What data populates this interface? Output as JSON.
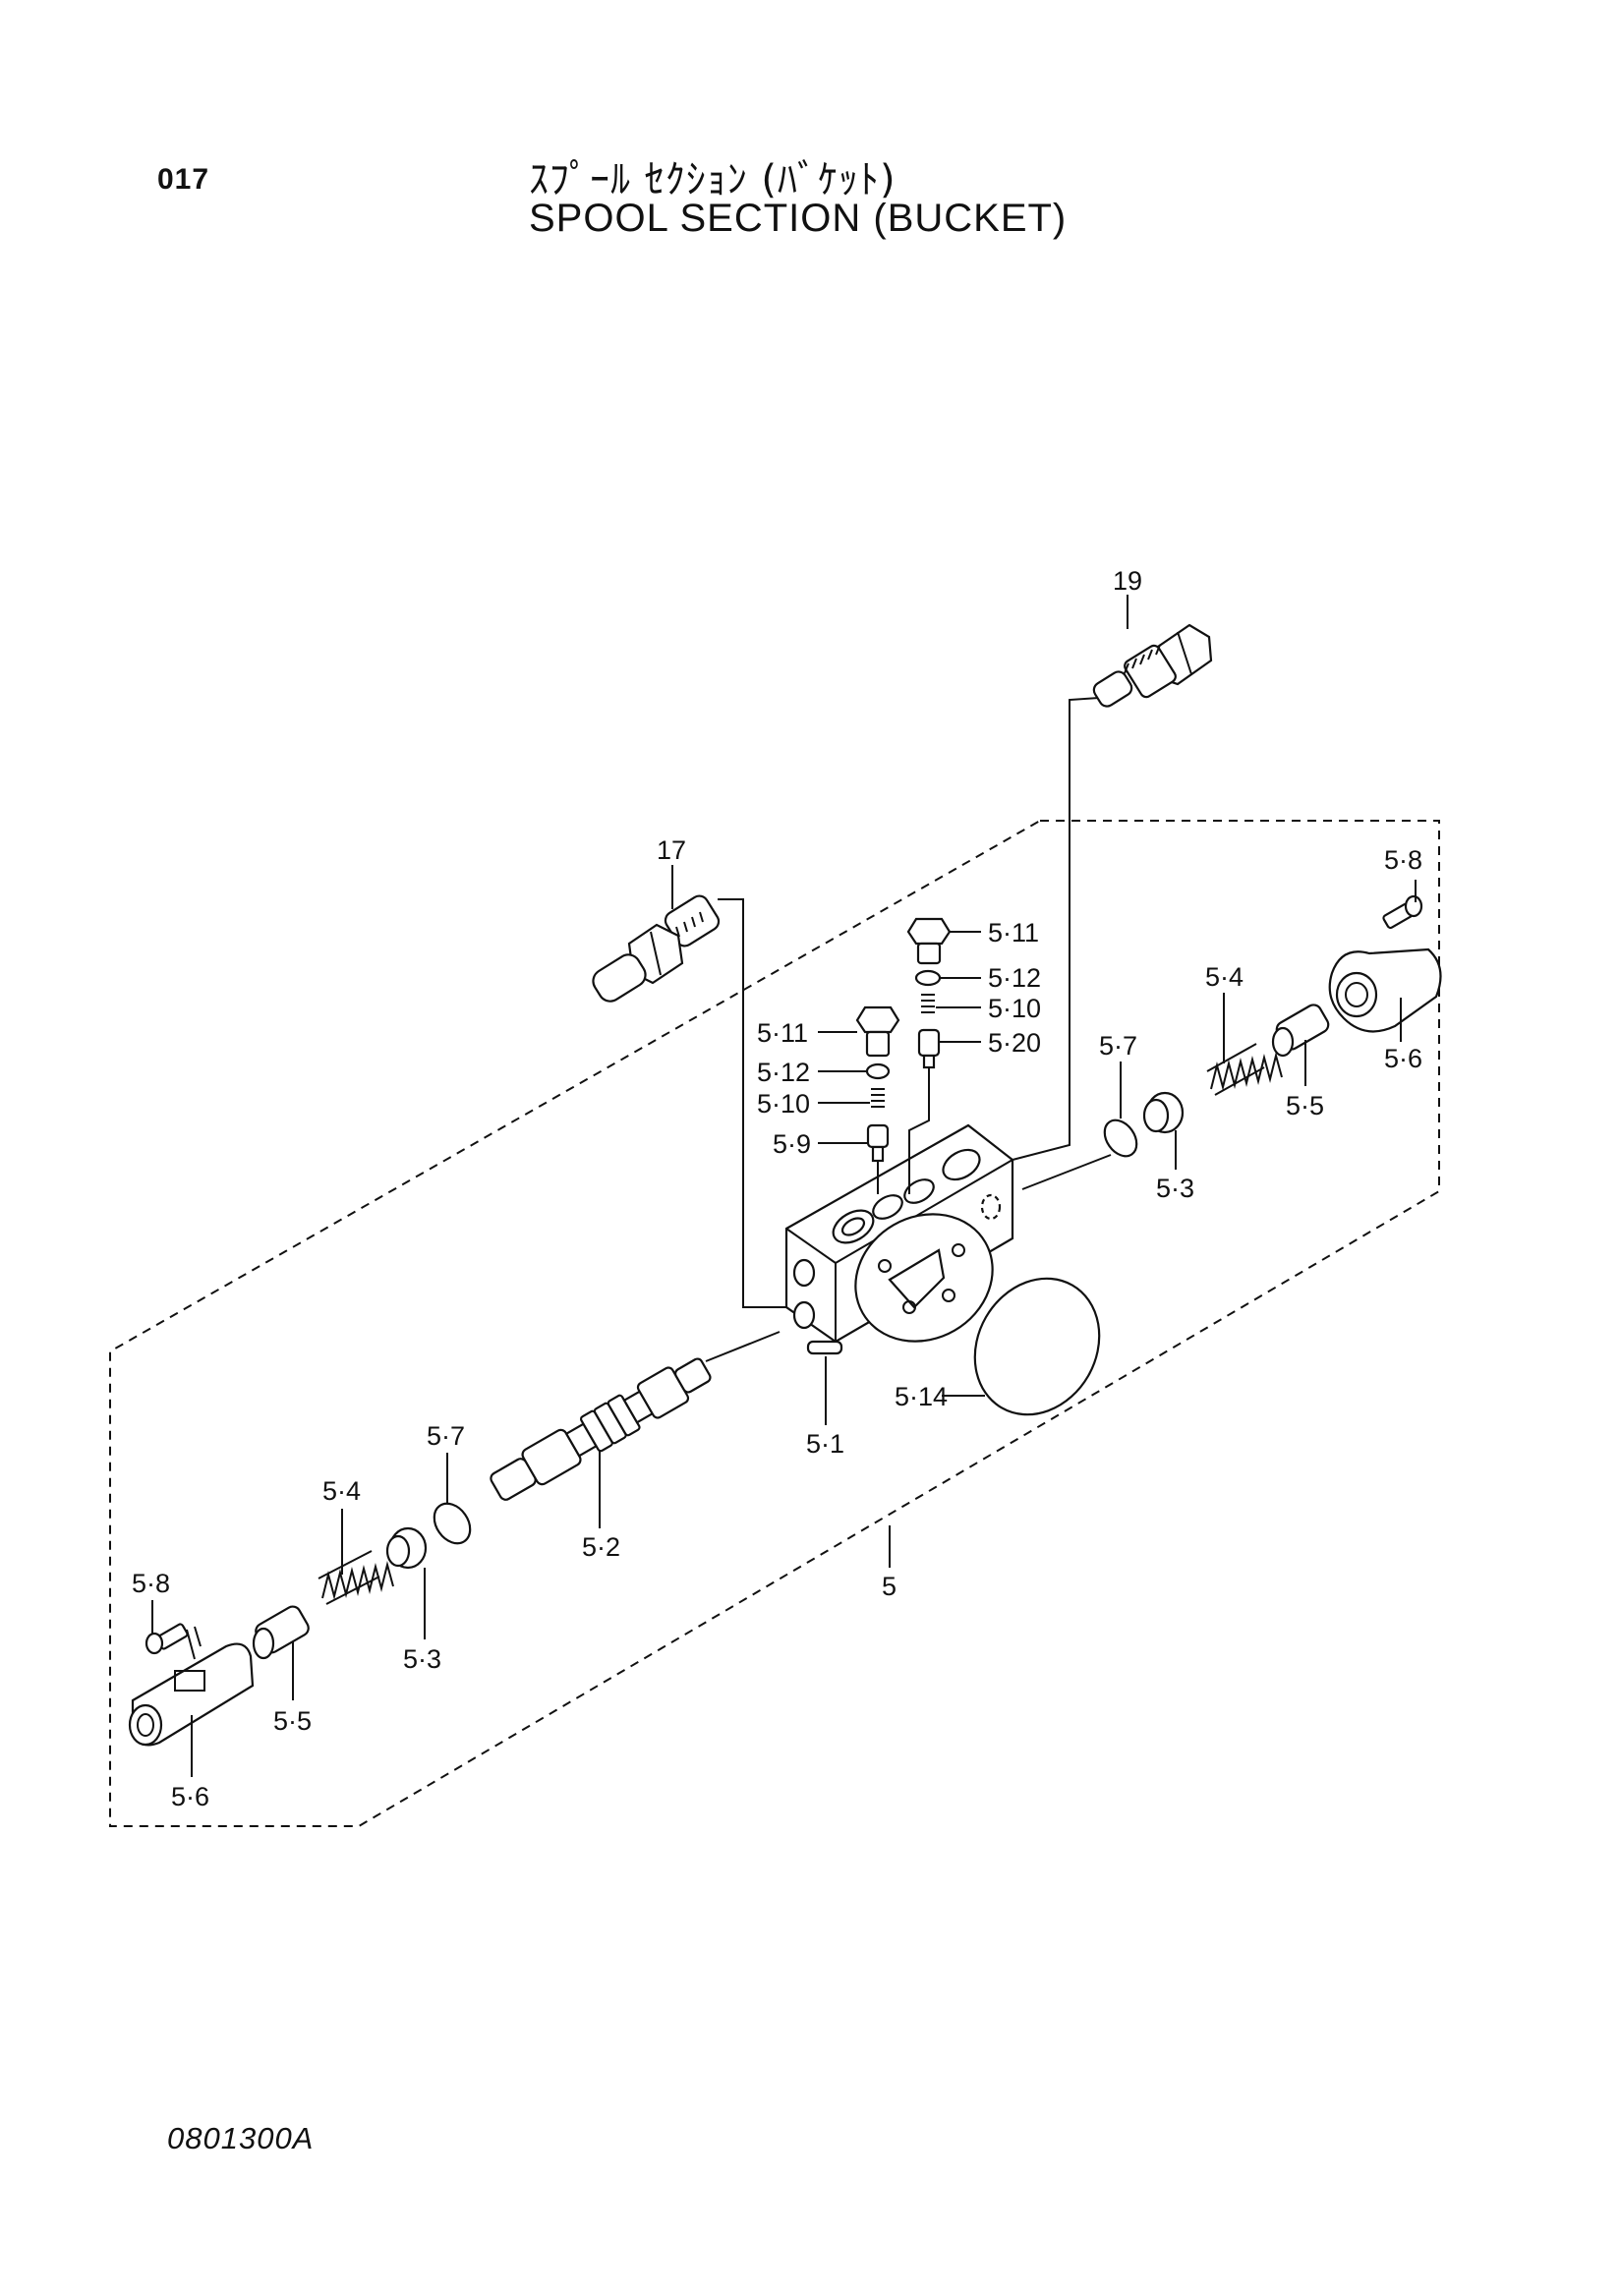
{
  "header": {
    "page_number": "017",
    "title_jp": "ｽﾌﾟｰﾙ ｾｸｼｮﾝ (ﾊﾞｹｯﾄ)",
    "title_en": "SPOOL SECTION (BUCKET)"
  },
  "footer": {
    "drawing_code": "0801300A"
  },
  "callouts": {
    "c19": "19",
    "c17": "17",
    "c5_8_top": "5·8",
    "c5_11_top": "5·11",
    "c5_12_top": "5·12",
    "c5_10_top": "5·10",
    "c5_20": "5·20",
    "c5_11_mid": "5·11",
    "c5_12_mid": "5·12",
    "c5_10_mid": "5·10",
    "c5_9": "5·9",
    "c5_4_right": "5·4",
    "c5_7_right": "5·7",
    "c5_5_right": "5·5",
    "c5_6_right": "5·6",
    "c5_3_right": "5·3",
    "c5_14": "5·14",
    "c5_1": "5·1",
    "c5_7_left": "5·7",
    "c5_4_left": "5·4",
    "c5_2": "5·2",
    "c5": "5",
    "c5_8_left": "5·8",
    "c5_3_left": "5·3",
    "c5_5_left": "5·5",
    "c5_6_left": "5·6"
  }
}
